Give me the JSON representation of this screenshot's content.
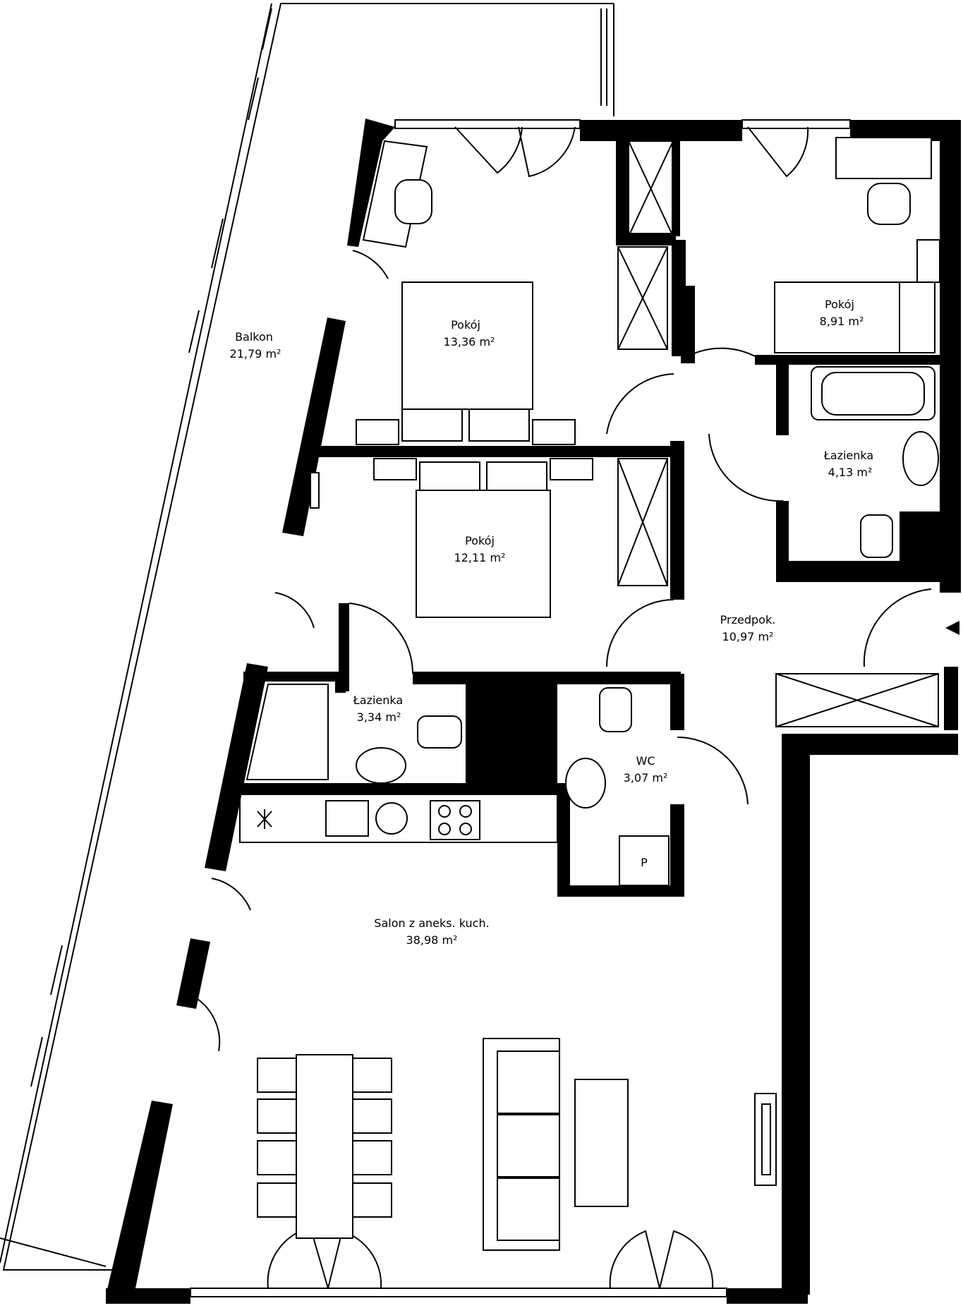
{
  "rooms": [
    {
      "id": "balkon",
      "name": "Balkon",
      "area": "21,79 m²"
    },
    {
      "id": "pokoj-1",
      "name": "Pokój",
      "area": "13,36 m²"
    },
    {
      "id": "pokoj-2",
      "name": "Pokój",
      "area": "8,91 m²"
    },
    {
      "id": "lazienka-1",
      "name": "Łazienka",
      "area": "4,13 m²"
    },
    {
      "id": "pokoj-3",
      "name": "Pokój",
      "area": "12,11 m²"
    },
    {
      "id": "przedpokoj",
      "name": "Przedpok.",
      "area": "10,97 m²"
    },
    {
      "id": "lazienka-2",
      "name": "Łazienka",
      "area": "3,34 m²"
    },
    {
      "id": "wc",
      "name": "WC",
      "area": "3,07 m²"
    },
    {
      "id": "salon",
      "name": "Salon z aneks. kuch.",
      "area": "38,98 m²"
    }
  ],
  "markers": {
    "p_label": "P"
  },
  "colors": {
    "walls": "#000000",
    "background": "#ffffff"
  }
}
